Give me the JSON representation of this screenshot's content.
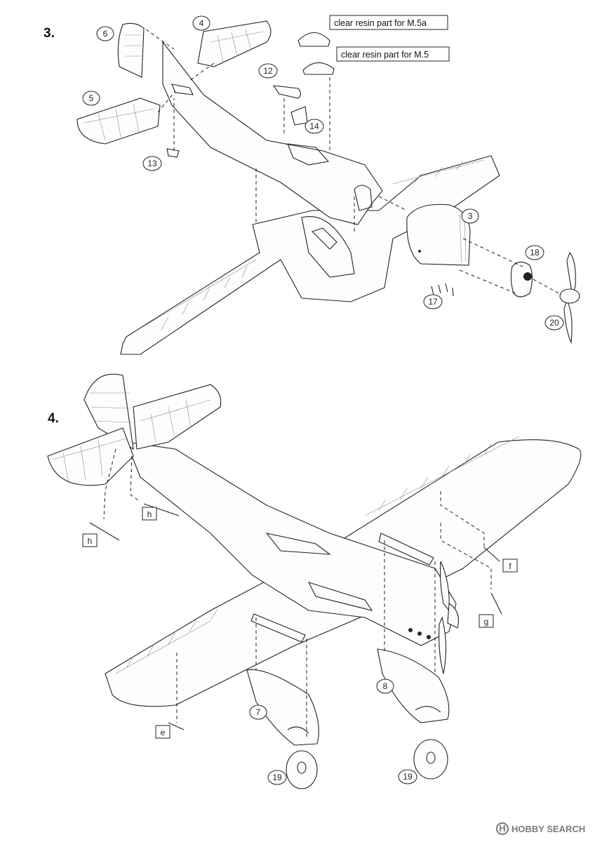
{
  "steps": {
    "step3": "3.",
    "step4": "4."
  },
  "notes": {
    "resin_m5a": "clear resin part for M.5a",
    "resin_m5": "clear resin part for M.5"
  },
  "step3_parts": {
    "p3": "3",
    "p4": "4",
    "p5": "5",
    "p6": "6",
    "p12": "12",
    "p13": "13",
    "p14": "14",
    "p17": "17",
    "p18": "18",
    "p20": "20"
  },
  "step4_parts": {
    "p7": "7",
    "p8": "8",
    "p19a": "19",
    "p19b": "19"
  },
  "step4_letters": {
    "h1": "h",
    "h2": "h",
    "f": "f",
    "g": "g",
    "e": "e"
  },
  "watermark": {
    "brand": "HOBBY SEARCH",
    "icon": "hobby-search-logo-icon"
  },
  "colors": {
    "ink": "#222222",
    "paper": "#ffffff",
    "watermark": "#7a7a7a"
  }
}
